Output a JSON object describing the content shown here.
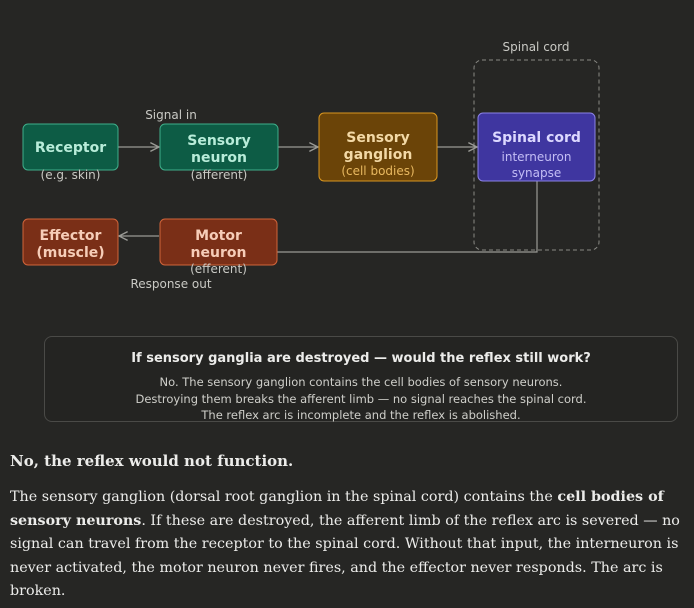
{
  "diagram": {
    "labels": {
      "signal_in": "Signal in",
      "response_out": "Response out",
      "spinal_cord_region": "Spinal cord"
    },
    "nodes": {
      "receptor": {
        "line1": "Receptor",
        "sub": "(e.g. skin)"
      },
      "sensory_neuron": {
        "line1": "Sensory",
        "line2": "neuron",
        "sub": "(afferent)"
      },
      "sensory_ganglion": {
        "line1": "Sensory",
        "line2": "ganglion",
        "sub": "(cell bodies)"
      },
      "spinal_cord": {
        "line1": "Spinal cord",
        "sub1": "interneuron",
        "sub2": "synapse"
      },
      "motor_neuron": {
        "line1": "Motor",
        "line2": "neuron",
        "sub": "(efferent)"
      },
      "effector": {
        "line1": "Effector",
        "line2": "(muscle)"
      }
    },
    "colors": {
      "receptor": "#0d5c45",
      "sensory_neuron": "#0d5c45",
      "sensory_ganglion": "#6b4408",
      "spinal_cord": "#3f36a0",
      "motor_neuron": "#7a2f17",
      "effector": "#7a2f17"
    }
  },
  "callout": {
    "title": "If sensory ganglia are destroyed — would the reflex still work?",
    "line1": "No. The sensory ganglion contains the cell bodies of sensory neurons.",
    "line2": "Destroying them breaks the afferent limb — no signal reaches the spinal cord.",
    "line3": "The reflex arc is incomplete and the reflex is abolished."
  },
  "answer": {
    "lead": "No, the reflex would not function.",
    "p_start": "The sensory ganglion (dorsal root ganglion in the spinal cord) contains the ",
    "p_bold": "cell bodies of sensory neurons",
    "p_end": ". If these are destroyed, the afferent limb of the reflex arc is severed — no signal can travel from the receptor to the spinal cord. Without that input, the interneuron is never activated, the motor neuron never fires, and the effector never responds. The arc is broken."
  }
}
